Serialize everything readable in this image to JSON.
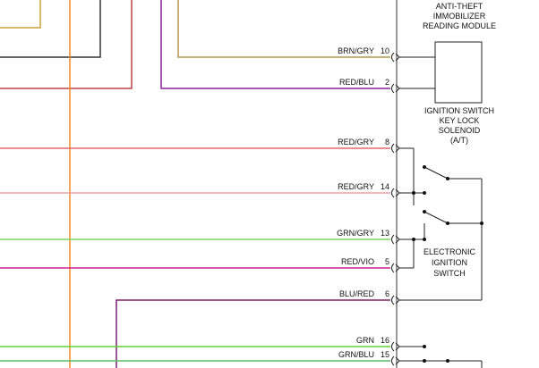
{
  "module": {
    "title_lines": [
      "ANTI-THEFT",
      "IMMOBILIZER",
      "READING MODULE"
    ]
  },
  "solenoid": {
    "label_lines": [
      "IGNITION SWITCH",
      "KEY LOCK",
      "SOLENOID",
      "(A/T)"
    ]
  },
  "switch": {
    "label_lines": [
      "ELECTRONIC",
      "IGNITION",
      "SWITCH"
    ]
  },
  "wires": [
    {
      "label": "BRN/GRY",
      "pin": "10",
      "color": "#b5944b"
    },
    {
      "label": "RED/BLU",
      "pin": "2",
      "color": "#8b1f9c"
    },
    {
      "label": "RED/GRY",
      "pin": "8",
      "color": "#e06870"
    },
    {
      "label": "RED/GRY",
      "pin": "14",
      "color": "#f0a0a6"
    },
    {
      "label": "GRN/GRY",
      "pin": "13",
      "color": "#7cd65a"
    },
    {
      "label": "RED/VIO",
      "pin": "5",
      "color": "#d0208f"
    },
    {
      "label": "BLU/RED",
      "pin": "6",
      "color": "#7b1e6b"
    },
    {
      "label": "GRN",
      "pin": "16",
      "color": "#5ed230"
    },
    {
      "label": "GRN/BLU",
      "pin": "15",
      "color": "#5ab86a"
    }
  ],
  "background_lines": {
    "colors": [
      "#c8a036",
      "#333333",
      "#c04040",
      "#a02030",
      "#f08a20"
    ]
  }
}
